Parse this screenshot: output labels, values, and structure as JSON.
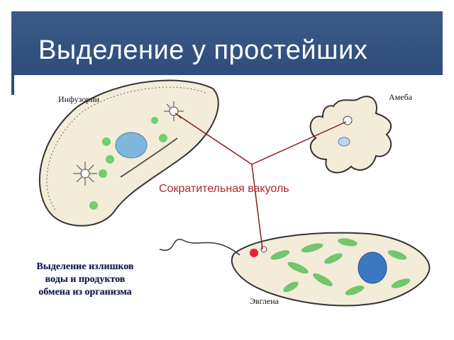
{
  "slide": {
    "title": "Выделение у простейших",
    "labels": {
      "infusoria": "Инфузории",
      "amoeba": "Амеба",
      "euglena": "Эвглена",
      "vacuole": "Сократительная вакуоль"
    },
    "caption": [
      "Выделение излишков",
      "воды и продуктов",
      "обмена из организма"
    ]
  },
  "colors": {
    "title_bar": "#3c5a88",
    "vacuole_label": "#b3262a",
    "pointer_lines": "#8b1a1a",
    "green_chloroplast": "#5cc05c",
    "blue_nucleus": "#3a78c4"
  }
}
